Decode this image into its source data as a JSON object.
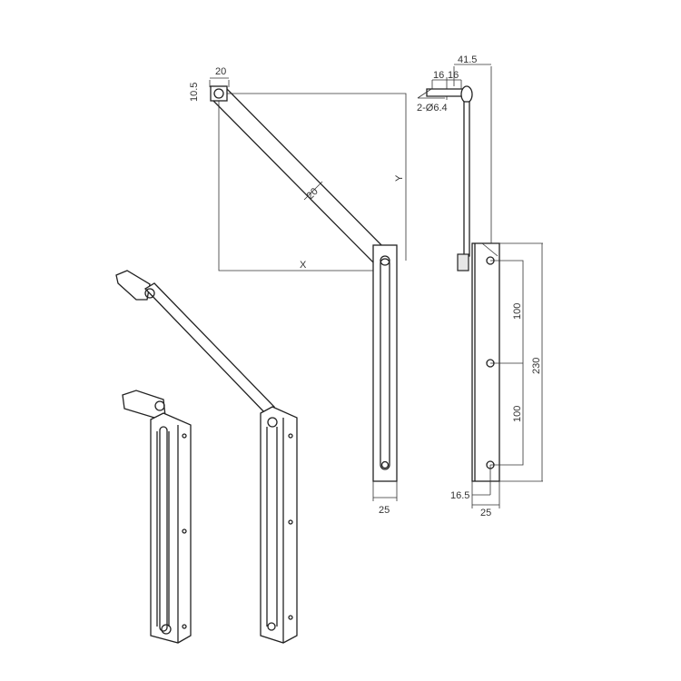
{
  "front_view": {
    "dim_pivot_width": "20",
    "dim_pivot_offset": "10.5",
    "dim_arm_width": "20",
    "dim_y": "Y",
    "dim_x": "X",
    "dim_channel_width": "25"
  },
  "side_view": {
    "dim_overall_depth": "41.5",
    "dim_hole_spacing_a": "16",
    "dim_hole_spacing_b": "16",
    "dim_holes": "2-Ø6.4",
    "dim_upper_spacing": "100",
    "dim_total_length": "230",
    "dim_lower_spacing": "100",
    "dim_hole_offset": "16.5",
    "dim_channel_width": "25"
  },
  "colors": {
    "line": "#222222",
    "background": "#ffffff"
  }
}
